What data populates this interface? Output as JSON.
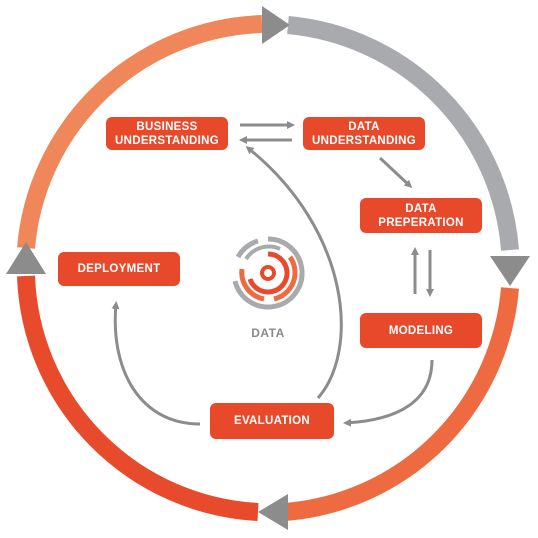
{
  "nodes": {
    "business_understanding": "BUSINESS\nUNDERSTANDING",
    "data_understanding": "DATA\nUNDERSTANDING",
    "data_preparation": "DATA\nPREPERATION",
    "modeling": "MODELING",
    "evaluation": "EVALUATION",
    "deployment": "DEPLOYMENT"
  },
  "center": {
    "label": "DATA"
  },
  "colors": {
    "node_fill": "#e8492a",
    "ring_orange_light": "#f0875a",
    "ring_orange": "#ee6b42",
    "ring_red": "#e84a2c",
    "ring_gray": "#a9aaad",
    "arrow_gray": "#8c8c8c",
    "text_white": "#ffffff"
  }
}
